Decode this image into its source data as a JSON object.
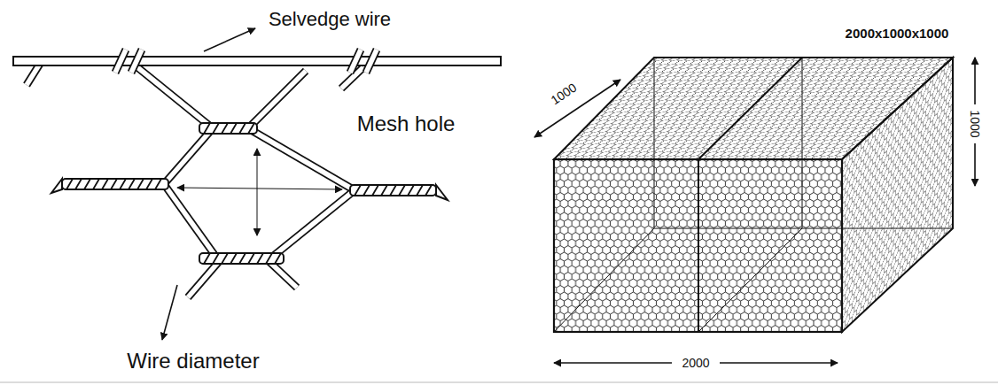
{
  "diagram": {
    "labels": [
      "Selvedge wire",
      "Mesh hole",
      "Wire diameter",
      "2000x1000x1000",
      "1000",
      "1000",
      "2000"
    ]
  }
}
